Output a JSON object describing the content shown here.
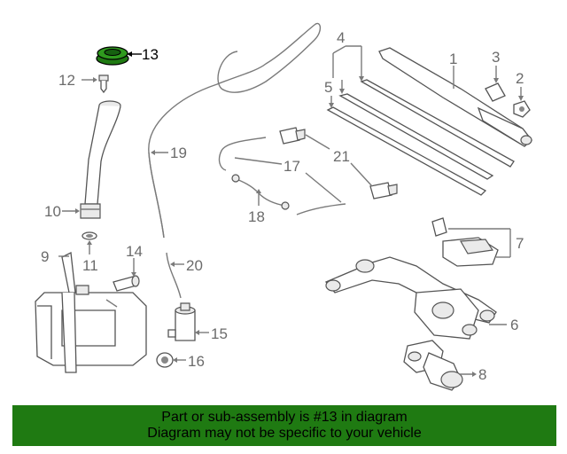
{
  "callouts": [
    "1",
    "2",
    "3",
    "4",
    "5",
    "6",
    "7",
    "8",
    "9",
    "10",
    "11",
    "12",
    "13",
    "14",
    "15",
    "16",
    "17",
    "18",
    "19",
    "20",
    "21"
  ],
  "highlight_color": "#1f7a12",
  "banner": {
    "line1": "Part or sub-assembly is #13 in diagram",
    "line2": "Diagram may not be specific to your vehicle"
  }
}
